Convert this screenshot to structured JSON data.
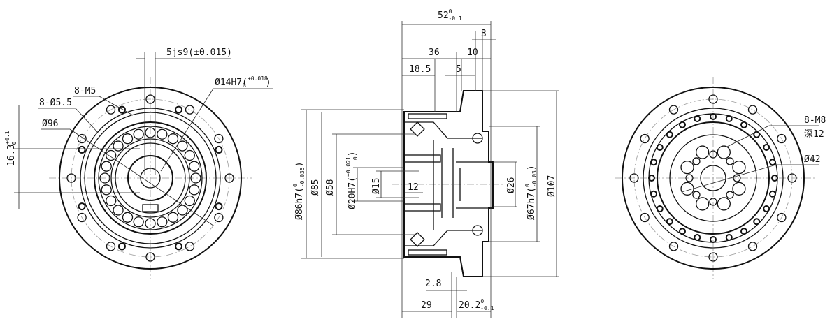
{
  "left_view": {
    "keyway": "5js9(±0.015)",
    "bore": "Ø14H7(",
    "bore_tol_upper": "+0.018",
    "bore_tol_lower": "0",
    "bore_close": ")",
    "tapped_holes": "8-M5",
    "through_holes": "8-Ø5.5",
    "pitch_circle": "Ø96",
    "key_height": "16.3",
    "key_height_tol_upper": "+0.1",
    "key_height_tol_lower": "0"
  },
  "section_view": {
    "overall_length": "52",
    "overall_tol_upper": "0",
    "overall_tol_lower": "-0.1",
    "d3": "3",
    "d36": "36",
    "d10": "10",
    "d18_5": "18.5",
    "d5": "5",
    "dia86": "Ø86h7(",
    "dia86_tol_upper": "0",
    "dia86_tol_lower": "-0.035",
    "dia85": "Ø85",
    "dia58": "Ø58",
    "dia20": "Ø20H7(",
    "dia20_tol_upper": "+0.021",
    "dia20_tol_lower": "0",
    "dia15": "Ø15",
    "d12": "12",
    "dia26": "Ø26",
    "dia67": "Ø67h7(",
    "dia67_tol_upper": "0",
    "dia67_tol_lower": "-0.03",
    "dia107": "Ø107",
    "d2_8": "2.8",
    "d29": "29",
    "d20_2": "20.2",
    "d20_2_tol_upper": "0",
    "d20_2_tol_lower": "-0.1",
    "close_paren": ")"
  },
  "right_view": {
    "tapped_holes": "8-M8",
    "depth": "深12",
    "pilot": "Ø42"
  }
}
